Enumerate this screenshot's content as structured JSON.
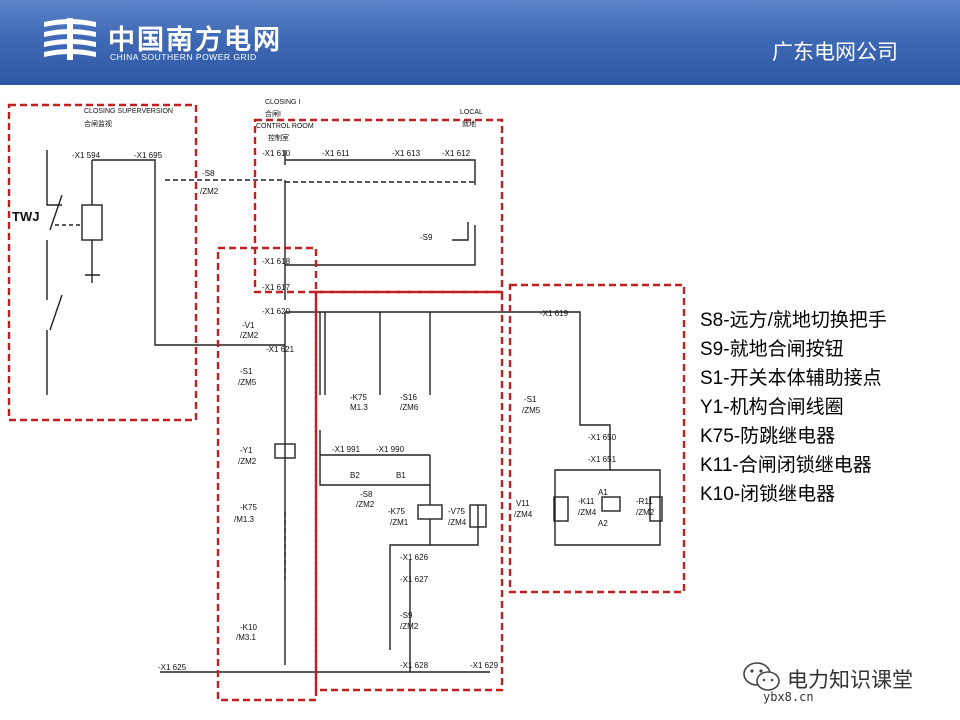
{
  "header": {
    "logo_cn": "中国南方电网",
    "logo_en": "CHINA SOUTHERN POWER GRID",
    "company": "广东电网公司",
    "bg_color": "#3f69b4"
  },
  "diagram": {
    "box_color": "#c0201f",
    "wire_color": "#222222",
    "sections": {
      "closing_supervision_en": "CLOSING SUPERVERSION",
      "closing_supervision_cn": "合闸监视",
      "closing_en": "CLOSING I",
      "closing_cn": "合闸I",
      "control_room_en": "CONTROL ROOM",
      "control_room_cn": "控制室",
      "local_en": "LOCAL",
      "local_cn": "就地"
    },
    "labels": {
      "twj": "TWJ",
      "x1_594": "-X1 594",
      "x1_695": "-X1 695",
      "x1_610": "-X1 610",
      "x1_611": "-X1 611",
      "x1_613": "-X1 613",
      "x1_612": "-X1 612",
      "s8": "-S8",
      "zm2": "/ZM2",
      "s9": "-S9",
      "x1_618": "-X1 618",
      "x1_617": "-X1 617",
      "x1_620": "-X1 620",
      "v1": "-V1",
      "zm2_v1": "/ZM2",
      "x1_621": "-X1 621",
      "s1_left": "-S1",
      "zm5_left": "/ZM5",
      "y1": "-Y1",
      "zm2_y1": "/ZM2",
      "k75": "-K75",
      "m13": "/M1.3",
      "k10": "-K10",
      "m31": "/M3.1",
      "x1_625": "-X1 625",
      "k75_mid": "-K75",
      "m13_mid": "M1.3",
      "s16": "-S16",
      "zm6": "/ZM6",
      "x1_991": "-X1 991",
      "x1_990": "-X1 990",
      "b2": "B2",
      "b1": "B1",
      "s8_mid": "-S8",
      "zm2_mid": "/ZM2",
      "k75_coil": "-K75",
      "zm1": "/ZM1",
      "v75": "-V75",
      "zm4_v75": "/ZM4",
      "x1_626": "-X1 626",
      "x1_627": "-X1 627",
      "s9_mid": "-S9",
      "zm2_s9": "/ZM2",
      "x1_628": "-X1 628",
      "x1_629": "-X1 629",
      "x1_619": "-X1 619",
      "s1_right": "-S1",
      "zm5_right": "/ZM5",
      "x1_650": "-X1 650",
      "x1_651": "-X1 651",
      "v11": "V11",
      "zm4_v11": "/ZM4",
      "k11": "-K11",
      "zm4_k11": "/ZM4",
      "r11": "-R11",
      "zm2_r11": "/ZM2",
      "a1": "A1",
      "a2": "A2"
    }
  },
  "legend": [
    "S8-远方/就地切换把手",
    "S9-就地合闸按钮",
    "S1-开关本体辅助接点",
    "Y1-机构合闸线圈",
    "K75-防跳继电器",
    "K11-合闸闭锁继电器",
    "K10-闭锁继电器"
  ],
  "watermark": {
    "text": "电力知识课堂",
    "site": "ybx8.cn"
  }
}
